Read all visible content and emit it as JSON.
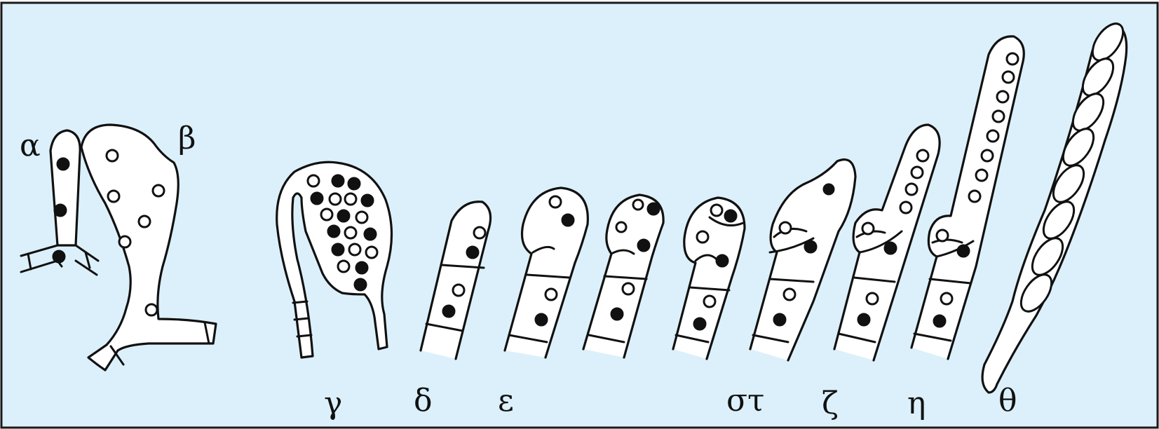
{
  "figure": {
    "background_color": "#dcf0fb",
    "stage_labels": {
      "alpha": "α",
      "beta": "β",
      "gamma": "γ",
      "delta": "δ",
      "epsilon": "ε",
      "sigma_tau": "στ",
      "zeta": "ζ",
      "eta": "η",
      "theta": "θ"
    }
  }
}
